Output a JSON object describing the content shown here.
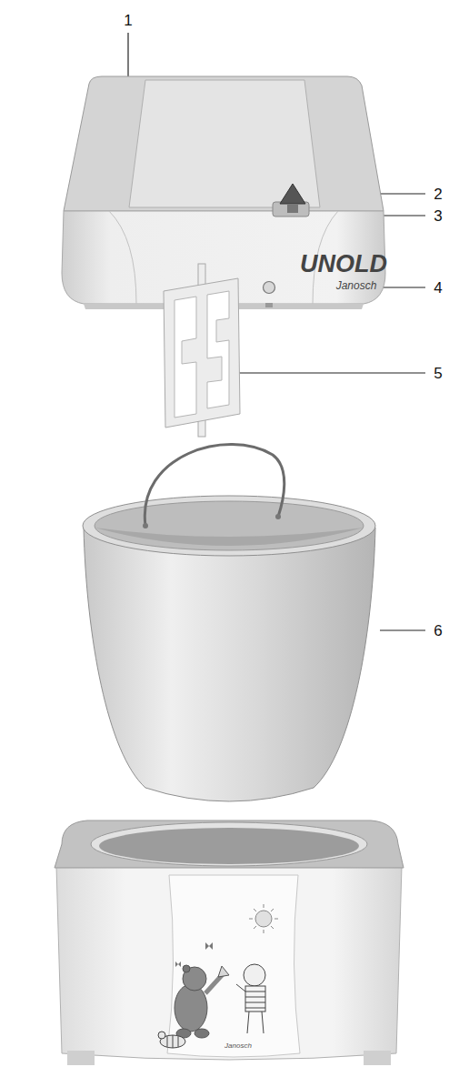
{
  "diagram": {
    "labels": [
      "1",
      "2",
      "3",
      "4",
      "5",
      "6",
      "UNOLD",
      "Janosch",
      "Janosch"
    ]
  }
}
